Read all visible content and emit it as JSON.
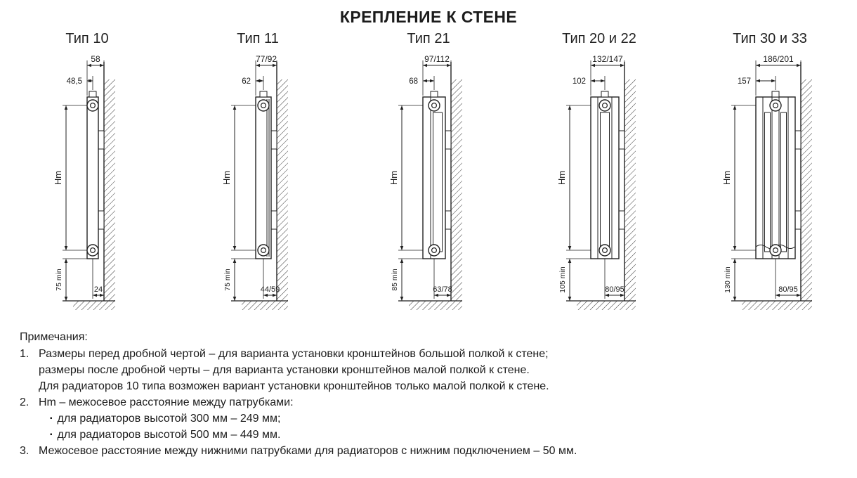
{
  "title": "КРЕПЛЕНИЕ К СТЕНЕ",
  "diagrams": [
    {
      "label": "Тип 10",
      "depth_total": "58",
      "depth_axis": "48,5",
      "height_axis": "Hm",
      "floor_min": "75 min",
      "bottom_axis": "24",
      "panels": 1
    },
    {
      "label": "Тип 11",
      "depth_total": "77/92",
      "depth_axis": "62",
      "height_axis": "Hm",
      "floor_min": "75 min",
      "bottom_axis": "44/59",
      "panels": 1
    },
    {
      "label": "Тип 21",
      "depth_total": "97/112",
      "depth_axis": "68",
      "height_axis": "Hm",
      "floor_min": "85 min",
      "bottom_axis": "63/78",
      "panels": 2
    },
    {
      "label": "Тип 20 и 22",
      "depth_total": "132/147",
      "depth_axis": "102",
      "height_axis": "Hm",
      "floor_min": "105 min",
      "bottom_axis": "80/95",
      "panels": 2
    },
    {
      "label": "Тип 30 и 33",
      "depth_total": "186/201",
      "depth_axis": "157",
      "height_axis": "Hm",
      "floor_min": "130 min",
      "bottom_axis": "80/95",
      "panels": 3
    }
  ],
  "notes": {
    "heading": "Примечания:",
    "items": [
      {
        "num": "1.",
        "lines": [
          "Размеры перед дробной чертой – для варианта установки кронштейнов большой полкой к стене;",
          "размеры после дробной черты – для варианта установки кронштейнов малой полкой к стене.",
          "Для радиаторов 10 типа возможен вариант установки кронштейнов только малой полкой к стене."
        ]
      },
      {
        "num": "2.",
        "lines": [
          "Hm – межосевое расстояние между патрубками:"
        ],
        "bullets": [
          "для радиаторов высотой 300 мм – 249 мм;",
          "для радиаторов высотой 500 мм – 449 мм."
        ]
      },
      {
        "num": "3.",
        "lines": [
          "Межосевое расстояние между нижними патрубками для радиаторов с нижним подключением – 50 мм."
        ]
      }
    ]
  },
  "colors": {
    "line": "#222222",
    "hatch": "#3a3a3a",
    "text": "#1b1b1b"
  }
}
